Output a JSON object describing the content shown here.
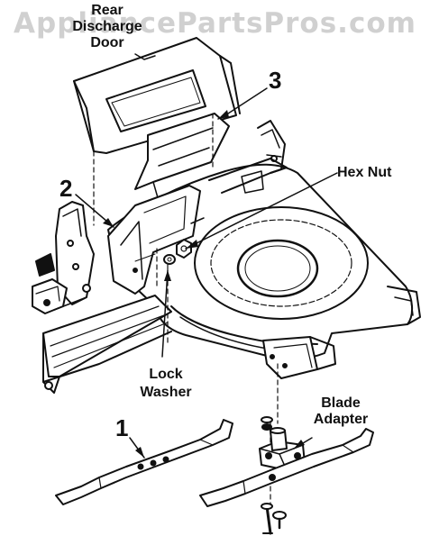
{
  "watermark": "AppliancePartsPros.com",
  "labels": {
    "rear_line1": "Rear",
    "rear_line2": "Discharge",
    "rear_line3": "Door",
    "hex_nut": "Hex Nut",
    "lock_line1": "Lock",
    "lock_line2": "Washer",
    "blade_line1": "Blade",
    "blade_line2": "Adapter",
    "callout_1": "1",
    "callout_2": "2",
    "callout_3": "3"
  }
}
